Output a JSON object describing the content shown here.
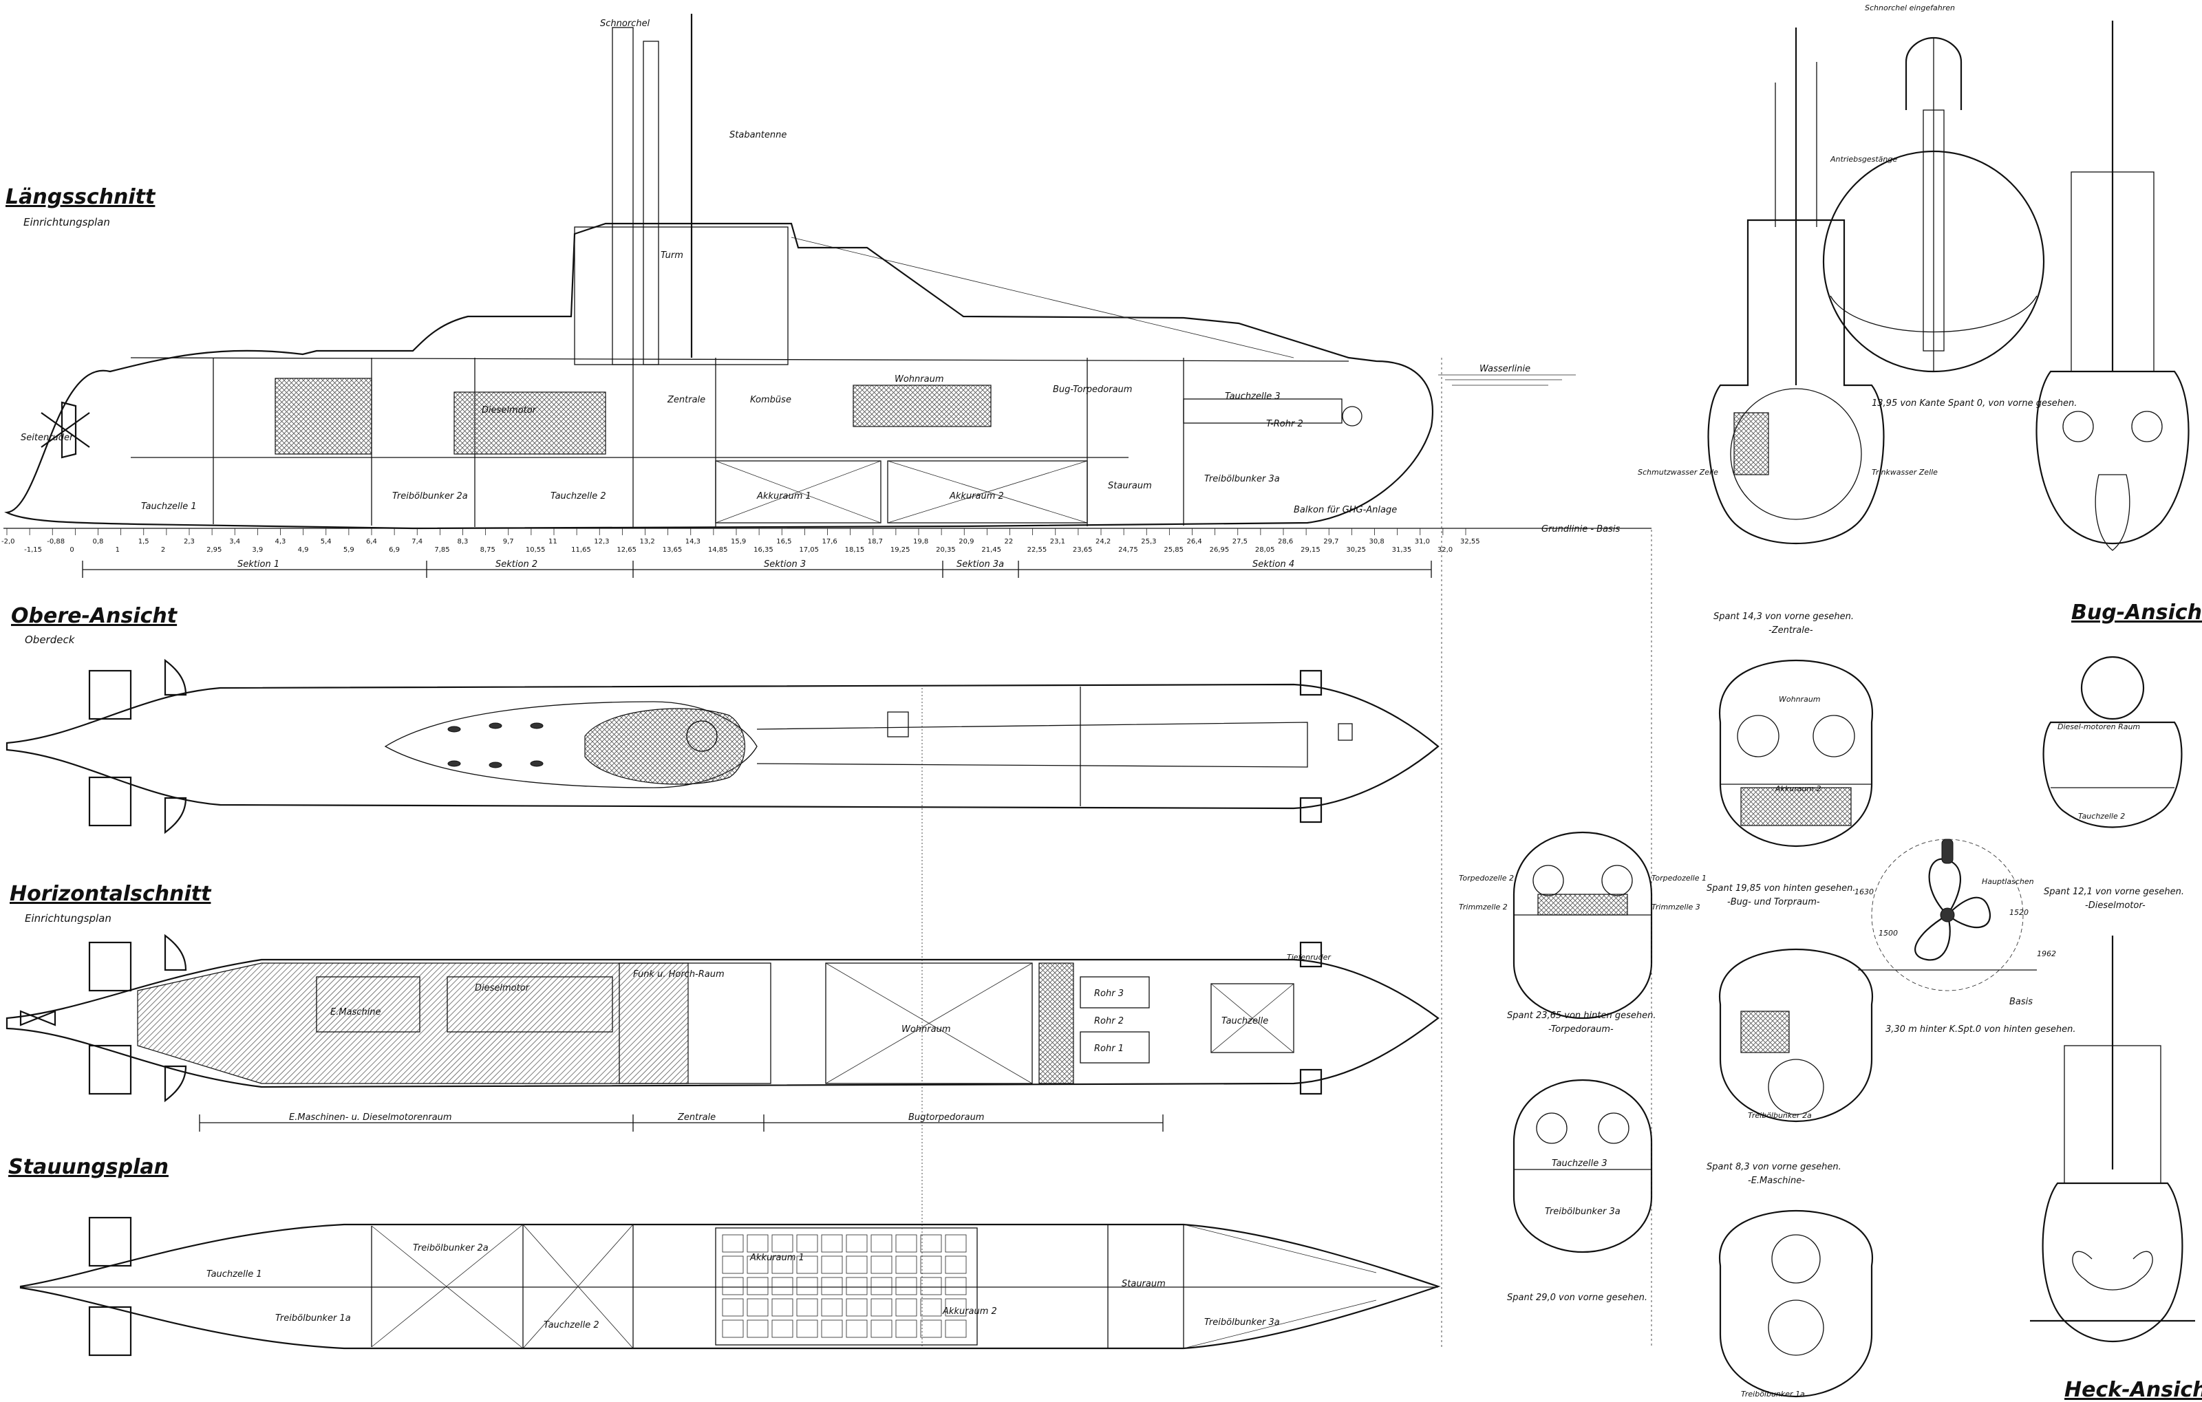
{
  "titles": {
    "laengsschnitt": "Längsschnitt",
    "laengsschnitt_sub": "Einrichtungsplan",
    "obere_ansicht": "Obere-Ansicht",
    "obere_ansicht_sub": "Oberdeck",
    "horizontalschnitt": "Horizontalschnitt",
    "horizontalschnitt_sub": "Einrichtungsplan",
    "stauungsplan": "Stauungsplan",
    "bug_ansicht": "Bug-Ansicht",
    "heck_ansicht": "Heck-Ansicht"
  },
  "profile_labels": {
    "schnorchel": "Schnorchel",
    "stabantenne": "Stabantenne",
    "turm": "Turm",
    "zentrale": "Zentrale",
    "kombuese": "Kombüse",
    "wohnraum": "Wohnraum",
    "bug_torpedoraum": "Bug-Torpedoraum",
    "tauchzelle_3": "Tauchzelle 3",
    "t_rohr_2": "T-Rohr 2",
    "treiboelbunker_3a": "Treibölbunker 3a",
    "stauraum": "Stauraum",
    "akkuraum_1": "Akkuraum 1",
    "akkuraum_2": "Akkuraum 2",
    "dieselmotor": "Dieselmotor",
    "tauchzelle_2": "Tauchzelle 2",
    "treiboelbunker_2a": "Treibölbunker 2a",
    "tauchzelle_1": "Tauchzelle 1",
    "wasserlinie": "Wasserlinie",
    "grundlinie": "Grundlinie - Basis",
    "balkon": "Balkon für GHG-Anlage",
    "seitenruder": "Seitenruder"
  },
  "frame_ticks": [
    "-2,0",
    "-1,15",
    "-0,88",
    "0",
    "0,8",
    "1",
    "1,5",
    "2",
    "2,3",
    "2,95",
    "3,4",
    "3,9",
    "4,3",
    "4,9",
    "5,4",
    "5,9",
    "6,4",
    "6,9",
    "7,4",
    "7,85",
    "8,3",
    "8,75",
    "9,7",
    "10,55",
    "11",
    "11,65",
    "12,3",
    "12,65",
    "13,2",
    "13,65",
    "14,3",
    "14,85",
    "15,9",
    "16,35",
    "16,5",
    "17,05",
    "17,6",
    "18,15",
    "18,7",
    "19,25",
    "19,8",
    "20,35",
    "20,9",
    "21,45",
    "22",
    "22,55",
    "23,1",
    "23,65",
    "24,2",
    "24,75",
    "25,3",
    "25,85",
    "26,4",
    "26,95",
    "27,5",
    "28,05",
    "28,6",
    "29,15",
    "29,7",
    "30,25",
    "30,8",
    "31,35",
    "31,0",
    "32,0",
    "32,55"
  ],
  "sections": [
    "Sektion 1",
    "Sektion 2",
    "Sektion 3",
    "Sektion 3a",
    "Sektion 4"
  ],
  "horizontal_labels": {
    "e_maschine": "E.Maschine",
    "dieselmotor": "Dieselmotor",
    "funk_horch_raum": "Funk u. Horch-Raum",
    "wohnraum": "Wohnraum",
    "tauchzelle": "Tauchzelle",
    "rohr_1": "Rohr 1",
    "rohr_2": "Rohr 2",
    "rohr_3": "Rohr 3",
    "e_maschinen_u_dieselmotorenraum": "E.Maschinen- u. Dieselmotorenraum",
    "zentrale": "Zentrale",
    "bugtorpedoraum": "Bugtorpedoraum",
    "tiefenruder": "Tiefenruder"
  },
  "stowage_labels": {
    "tauchzelle_1": "Tauchzelle 1",
    "treiboelbunker_1a": "Treibölbunker 1a",
    "treiboelbunker_2a": "Treibölbunker 2a",
    "tauchzelle_2": "Tauchzelle 2",
    "akkuraum_1": "Akkuraum 1",
    "akkuraum_2": "Akkuraum 2",
    "stauraum": "Stauraum",
    "treiboelbunker_3a": "Treibölbunker 3a"
  },
  "section_captions": {
    "spant_143": "Spant 14,3 von vorne gesehen.",
    "spant_143_sub": "-Zentrale-",
    "spant_1395": "13,95 von Kante Spant 0, von vorne gesehen.",
    "schnorchel_eingefahren": "Schnorchel eingefahren",
    "antriebsgestaenge": "Antriebsgestänge",
    "spant_1985": "Spant 19,85 von hinten gesehen.",
    "spant_1985_sub": "-Bug- und Torpraum-",
    "spant_2365": "Spant 23,65 von hinten gesehen.",
    "spant_2365_sub": "-Torpedoraum-",
    "spant_83": "Spant 8,3 von vorne gesehen.",
    "spant_83_sub": "-E.Maschine-",
    "spant_290": "Spant 29,0 von vorne gesehen.",
    "spant_121": "Spant 12,1 von vorne gesehen.",
    "spant_121_sub": "-Dieselmotor-",
    "k_spt_330": "3,30 m hinter K.Spt.0 von hinten gesehen.",
    "hauptlaschen": "Hauptlaschen",
    "basis": "Basis",
    "wohnraum": "Wohnraum",
    "akkuraum_2": "Akkuraum 2",
    "tauchzelle_3": "Tauchzelle 3",
    "treiboelbunker_3a": "Treibölbunker 3a",
    "treiboelbunker_2a": "Treibölbunker 2a",
    "treiboelbunker_1a": "Treibölbunker 1a",
    "torpedozelle_1": "Torpedozelle 1",
    "torpedozelle_2": "Torpedozelle 2",
    "trimmzelle_2": "Trimmzelle 2",
    "trimmzelle_3": "Trimmzelle 3",
    "dieselmotorenraum": "Diesel-motoren Raum",
    "tauchzelle_2": "Tauchzelle 2",
    "schmutzwasser": "Schmutzwasser Zelle",
    "trinkwasser": "Trinkwasser Zelle",
    "dims": [
      "1630",
      "1500",
      "1520",
      "1962"
    ]
  }
}
